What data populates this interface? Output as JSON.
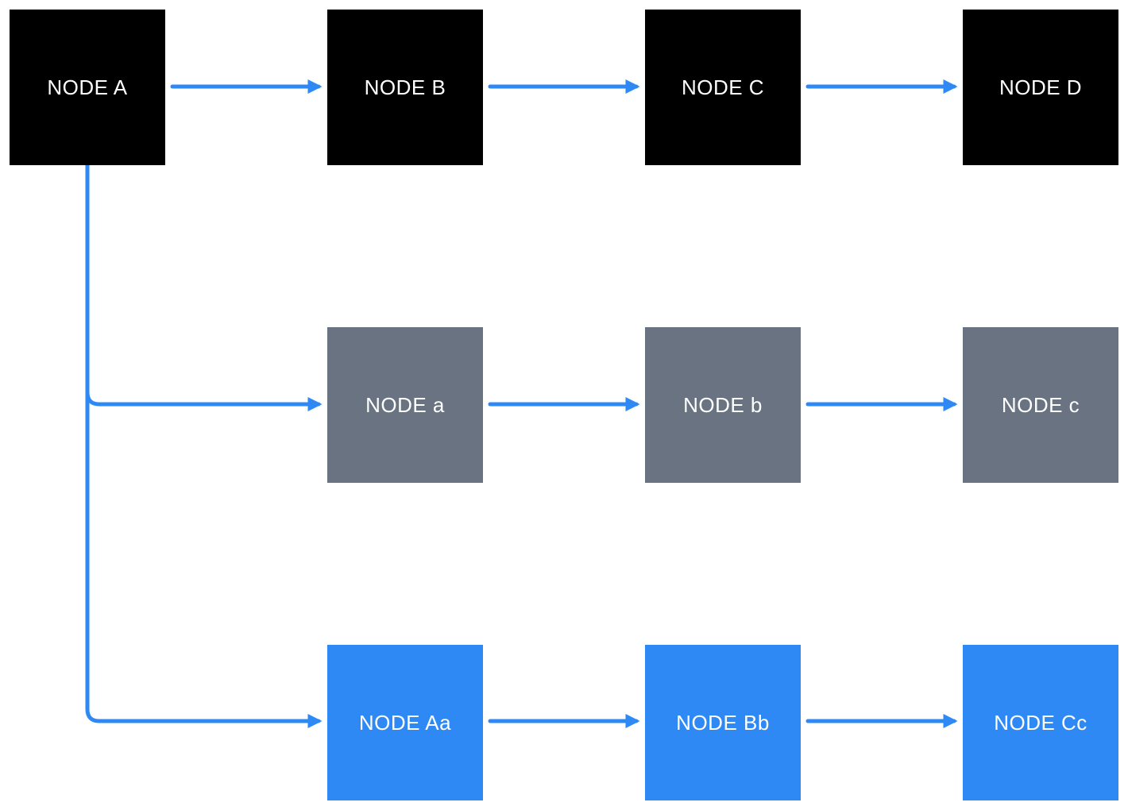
{
  "diagram": {
    "background": "#ffffff",
    "colors": {
      "node_black": "#000000",
      "node_gray": "#697382",
      "node_blue": "#2e89f5",
      "arrow": "#2e89f5",
      "label_text": "#ffffff"
    },
    "nodes": [
      {
        "id": "A",
        "label": "NODE A",
        "row": "top",
        "color_key": "node_black"
      },
      {
        "id": "B",
        "label": "NODE B",
        "row": "top",
        "color_key": "node_black"
      },
      {
        "id": "C",
        "label": "NODE C",
        "row": "top",
        "color_key": "node_black"
      },
      {
        "id": "D",
        "label": "NODE D",
        "row": "top",
        "color_key": "node_black"
      },
      {
        "id": "a",
        "label": "NODE a",
        "row": "middle",
        "color_key": "node_gray"
      },
      {
        "id": "b",
        "label": "NODE b",
        "row": "middle",
        "color_key": "node_gray"
      },
      {
        "id": "c",
        "label": "NODE c",
        "row": "middle",
        "color_key": "node_gray"
      },
      {
        "id": "Aa",
        "label": "NODE Aa",
        "row": "bottom",
        "color_key": "node_blue"
      },
      {
        "id": "Bb",
        "label": "NODE Bb",
        "row": "bottom",
        "color_key": "node_blue"
      },
      {
        "id": "Cc",
        "label": "NODE Cc",
        "row": "bottom",
        "color_key": "node_blue"
      }
    ],
    "edges": [
      {
        "from": "NODE A",
        "to": "NODE B"
      },
      {
        "from": "NODE B",
        "to": "NODE C"
      },
      {
        "from": "NODE C",
        "to": "NODE D"
      },
      {
        "from": "NODE A",
        "to": "NODE a"
      },
      {
        "from": "NODE a",
        "to": "NODE b"
      },
      {
        "from": "NODE b",
        "to": "NODE c"
      },
      {
        "from": "NODE A",
        "to": "NODE Aa"
      },
      {
        "from": "NODE Aa",
        "to": "NODE Bb"
      },
      {
        "from": "NODE Bb",
        "to": "NODE Cc"
      }
    ]
  }
}
